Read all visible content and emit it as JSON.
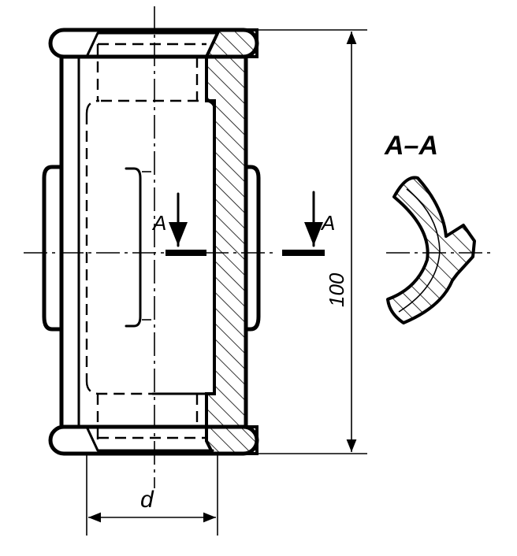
{
  "drawing": {
    "section_title": "A–A",
    "section_mark_left": "A",
    "section_mark_right": "A",
    "dimension_height": "100",
    "dimension_diameter": "d"
  }
}
